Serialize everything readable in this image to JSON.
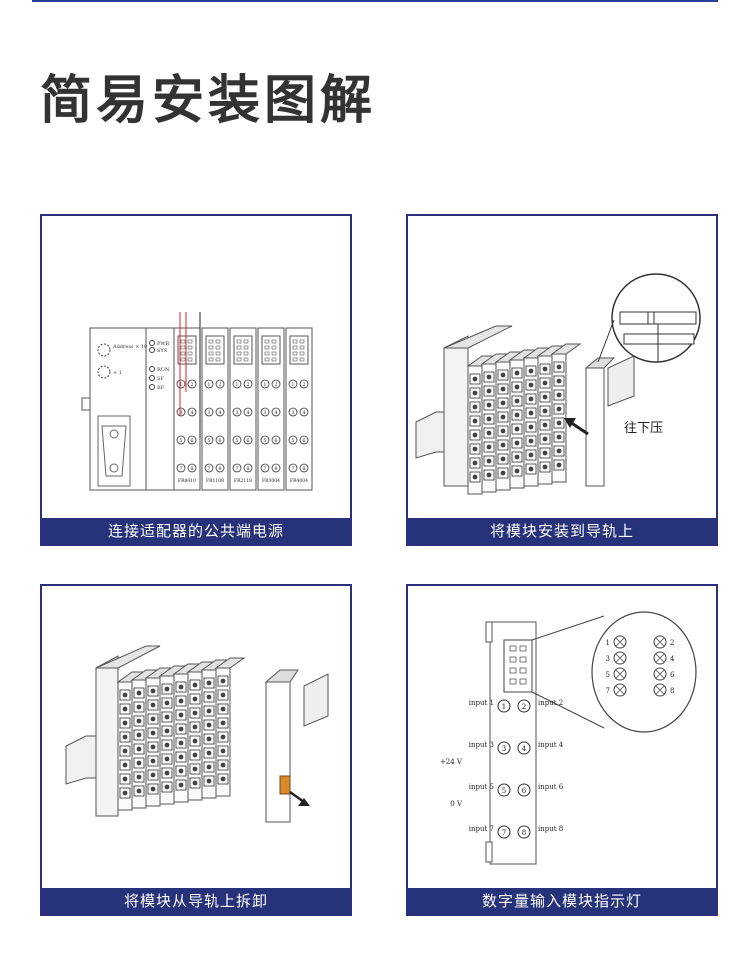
{
  "page": {
    "title": "简易安装图解"
  },
  "panels": [
    {
      "caption": "连接适配器的公共端电源",
      "labels": {
        "address_x10": "Address × 10",
        "x1": "× 1",
        "pwr": "PWR",
        "sys": "SYS",
        "run": "RUN",
        "sf": "SF",
        "bf": "BF",
        "modules": [
          "FR8010",
          "FR1108",
          "FR2118",
          "FR3004",
          "FR4004"
        ]
      }
    },
    {
      "caption": "将模块安装到导轨上",
      "labels": {
        "press_down": "往下压"
      }
    },
    {
      "caption": "将模块从导轨上拆卸"
    },
    {
      "caption": "数字量输入模块指示灯",
      "labels": {
        "inputs": [
          "input 1",
          "input 2",
          "input 3",
          "input 4",
          "input 5",
          "input 6",
          "input 7",
          "input 8"
        ],
        "plus24v": "+24 V",
        "zero_v": "0 V",
        "terminals": [
          "1",
          "2",
          "3",
          "4",
          "5",
          "6",
          "7",
          "8"
        ]
      }
    }
  ]
}
